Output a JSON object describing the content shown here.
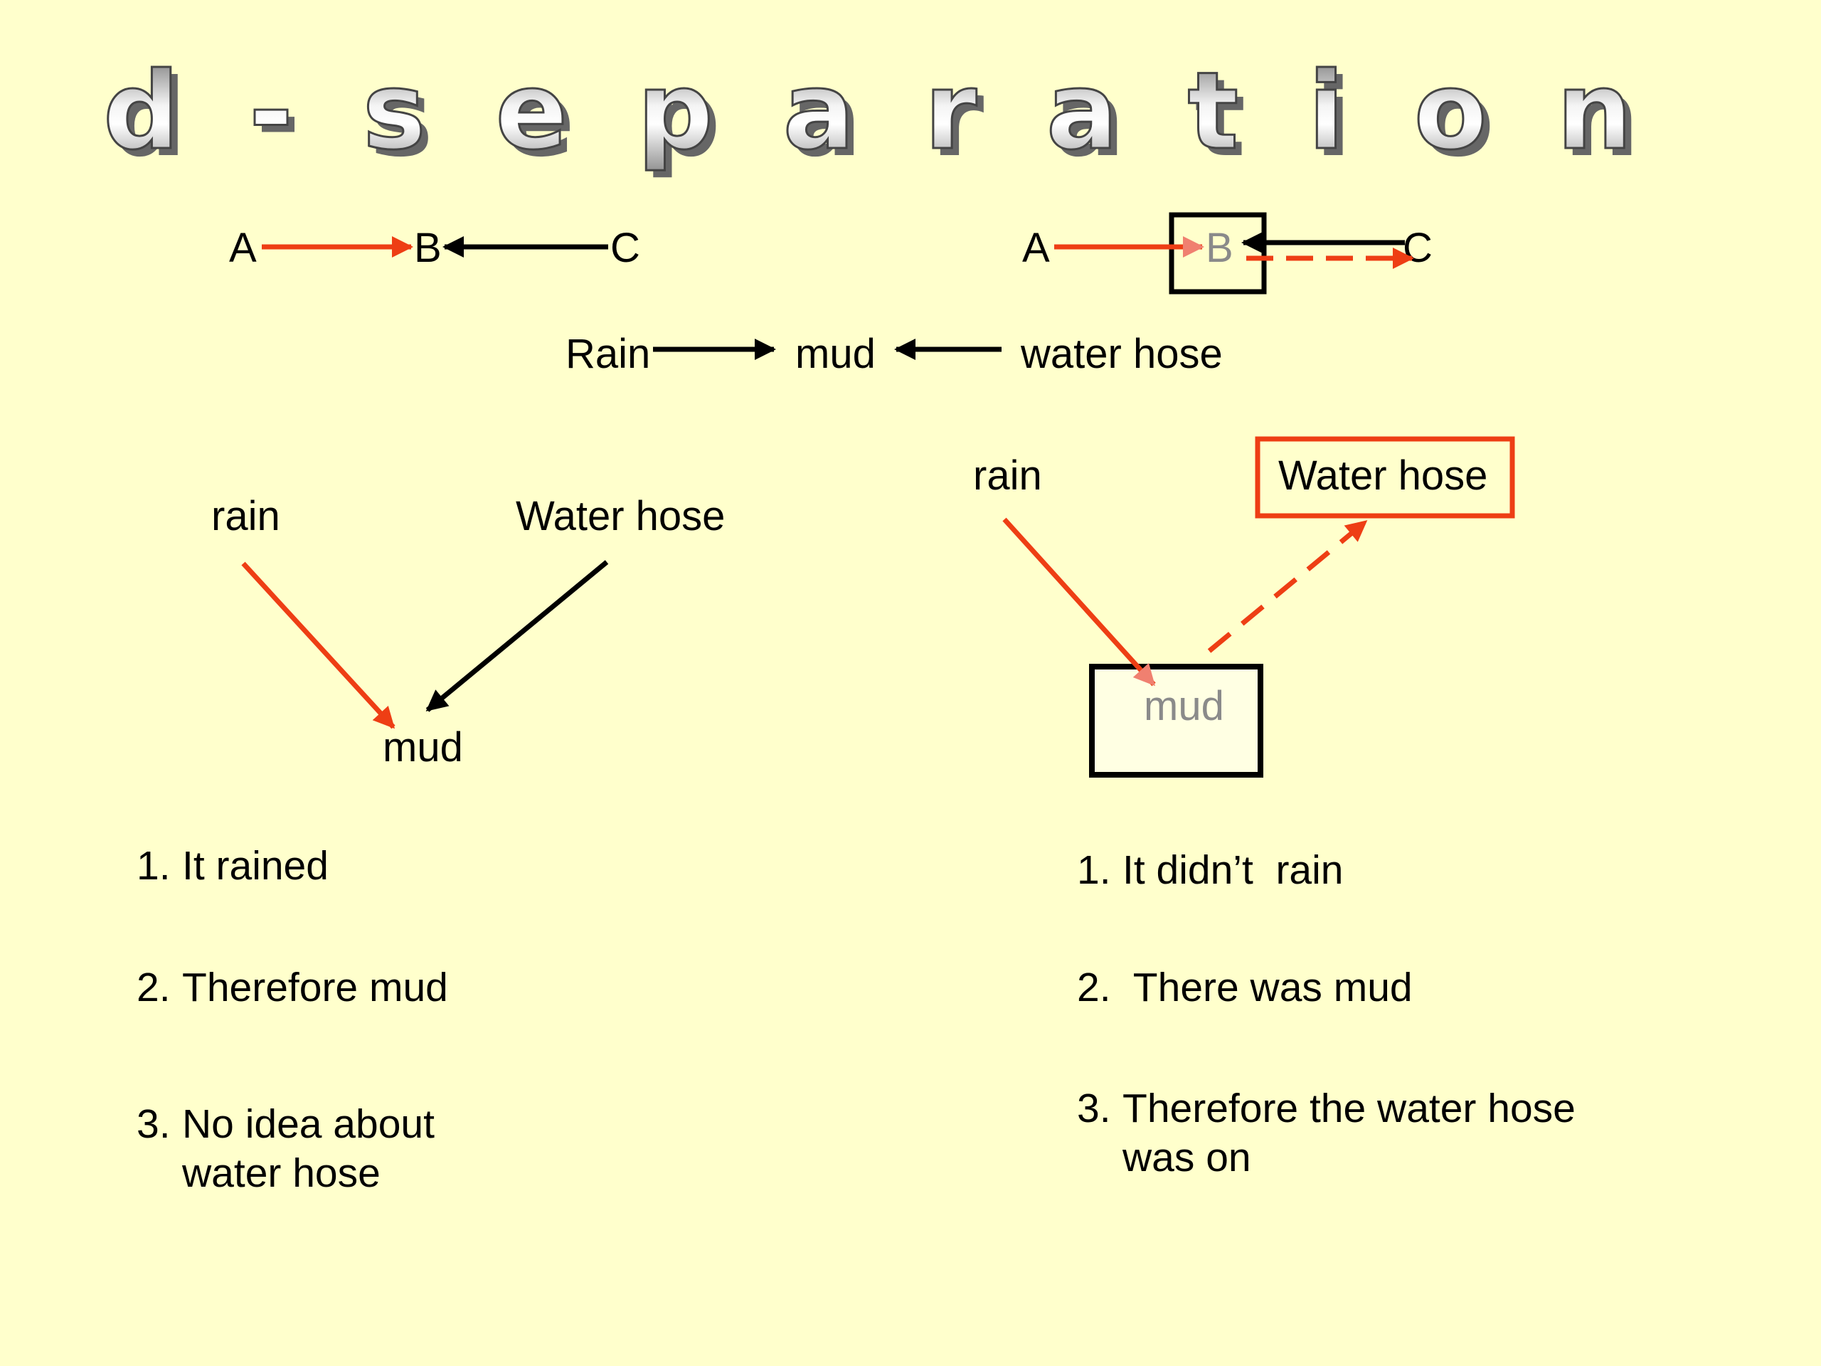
{
  "title": "d-separation",
  "colors": {
    "background": "#FFFFCC",
    "highlight": "#EE3E14",
    "line": "#000000",
    "muted_text": "#8A8A8A"
  },
  "top_left_chain": {
    "a": "A",
    "b": "B",
    "c": "C"
  },
  "top_right_chain": {
    "a": "A",
    "b": "B",
    "c": "C"
  },
  "middle_chain": {
    "left": "Rain",
    "center": "mud",
    "right": "water hose"
  },
  "left_diagram": {
    "rain": "rain",
    "water_hose": "Water hose",
    "mud": "mud"
  },
  "right_diagram": {
    "rain": "rain",
    "water_hose": "Water hose",
    "mud": "mud"
  },
  "left_list": [
    {
      "number": "1.",
      "lines": [
        "It rained"
      ]
    },
    {
      "number": "2.",
      "lines": [
        "Therefore mud"
      ]
    },
    {
      "number": "3.",
      "lines": [
        "No idea about",
        "water hose"
      ]
    }
  ],
  "right_list": [
    {
      "number": "1.",
      "lines": [
        "It didn’t  rain"
      ]
    },
    {
      "number": "2.",
      "lines": [
        " There was mud"
      ]
    },
    {
      "number": "3.",
      "lines": [
        "Therefore the water hose",
        "was on"
      ]
    }
  ]
}
